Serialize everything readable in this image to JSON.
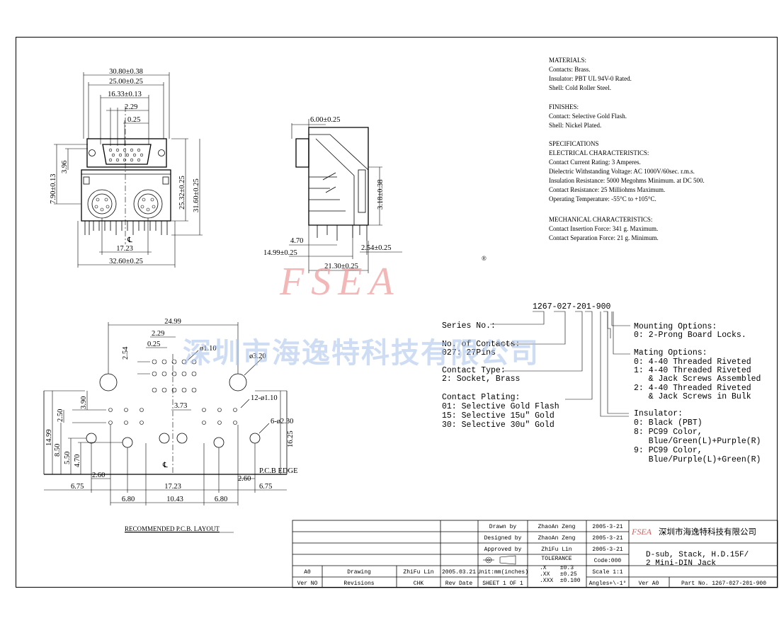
{
  "watermark": {
    "logo": "FSEA",
    "registered": "®",
    "company_cn": "深圳市海逸特科技有限公司"
  },
  "top_front_view": {
    "dims": [
      "30.80±0.38",
      "25.00±0.25",
      "16.33±0.13",
      "2.29",
      "0.25",
      "3.96",
      "7.90±0.13",
      "25.32±0.25",
      "31.60±0.25",
      "17.23",
      "32.60±0.25"
    ],
    "centerline": "℄"
  },
  "top_side_view": {
    "dims": [
      "6.00±0.25",
      "3.18±0.38",
      "4.70",
      "14.99±0.25",
      "2.54±0.25",
      "21.30±0.25"
    ]
  },
  "notes": {
    "materials_title": "MATERIALS:",
    "materials": [
      "Contacts: Brass.",
      "Insulator: PBT UL 94V-0 Rated.",
      "Shell: Cold Roller Steel."
    ],
    "finishes_title": "FINISHES:",
    "finishes": [
      "Contact: Selective Gold Flash.",
      "Shell: Nickel Plated."
    ],
    "spec_title": "SPECIFICATIONS",
    "elec_title": "ELECTRICAL CHARACTERISTICS:",
    "elec": [
      "Contact Current Rating: 3 Amperes.",
      "Dielectric Withstanding Voltage: AC 1000V/60sec. r.m.s.",
      "Insulation Resistance: 5000 Megohms Minimum. at DC 500.",
      "Contact Resistance: 25 Milliohms Maximum.",
      "Operating Temperature: -55°C to +105°C."
    ],
    "mech_title": "MECHANICAL CHARACTERISTICS:",
    "mech": [
      "Contact Insertion Force: 341 g. Maximum.",
      "Contact Separation Force: 21 g. Minimum."
    ]
  },
  "pcb_layout": {
    "dims_top": [
      "24.99",
      "2.29",
      "0.25",
      "2.54",
      "ø1.10",
      "ø3.20"
    ],
    "dims_mid": [
      "3.90",
      "2.50",
      "3.73",
      "12-ø1.10",
      "6-ø2.30",
      "14.99",
      "8.50",
      "5.50",
      "4.70",
      "16.25"
    ],
    "dims_bottom": [
      "2.60",
      "2.60",
      "P.C.B EDGE",
      "6.75",
      "17.23",
      "6.75",
      "6.80",
      "10.43",
      "6.80"
    ],
    "centerline": "℄",
    "caption": "RECOMMENDED P.C.B. LAYOUT"
  },
  "part_number": {
    "code": "1267-027-201-900",
    "left": [
      {
        "title": "Series No.:",
        "lines": []
      },
      {
        "title": "No. of Contacts:",
        "lines": [
          "027: 27Pins"
        ]
      },
      {
        "title": "Contact Type:",
        "lines": [
          "2: Socket, Brass"
        ]
      },
      {
        "title": "Contact Plating:",
        "lines": [
          "01: Selective Gold Flash",
          "15: Selective 15u\" Gold",
          "30: Selective 30u\" Gold"
        ]
      }
    ],
    "right": [
      {
        "title": "Mounting Options:",
        "lines": [
          "0: 2-Prong Board Locks."
        ]
      },
      {
        "title": "Mating Options:",
        "lines": [
          "0: 4-40 Threaded Riveted",
          "1: 4-40 Threaded Riveted",
          "   & Jack Screws Assembled",
          "2: 4-40 Threaded Riveted",
          "   & Jack Screws in Bulk"
        ]
      },
      {
        "title": "Insulator:",
        "lines": [
          "0: Black (PBT)",
          "8: PC99 Color,",
          "   Blue/Green(L)+Purple(R)",
          "9: PC99 Color,",
          "   Blue/Purple(L)+Green(R)"
        ]
      }
    ]
  },
  "title_block": {
    "drawn_label": "Drawn by",
    "drawn_name": "ZhaoAn Zeng",
    "drawn_date": "2005-3-21",
    "designed_label": "Designed by",
    "designed_name": "ZhaoAn Zeng",
    "designed_date": "2005-3-21",
    "approved_label": "Approved by",
    "approved_name": "ZhiFu Lin",
    "approved_date": "2005-3-21",
    "rev_values": [
      "A0",
      "Drawing",
      "ZhiFu Lin",
      "2005.03.21"
    ],
    "rev_headers": [
      "Ver NO",
      "Revisions",
      "CHK",
      "Rev Date"
    ],
    "units": "Unit:mm(inches)",
    "sheet": "SHEET 1 OF 1",
    "tolerance_title": "TOLERANCE",
    "tolerances": [
      ".X    ±0.3",
      ".XX   ±0.25",
      ".XXX  ±0.100"
    ],
    "code": "Code:000",
    "scale": "Scale 1:1",
    "angles": "Angles+\\-1°",
    "company_logo": "FSEA",
    "company": "深圳市海逸特科技有限公司",
    "desc_line1": "D-sub, Stack, H.D.15F/",
    "desc_line2": "2 Mini-DIN Jack",
    "ver": "Ver A0",
    "part_no": "Part No. 1267-027-201-900"
  }
}
